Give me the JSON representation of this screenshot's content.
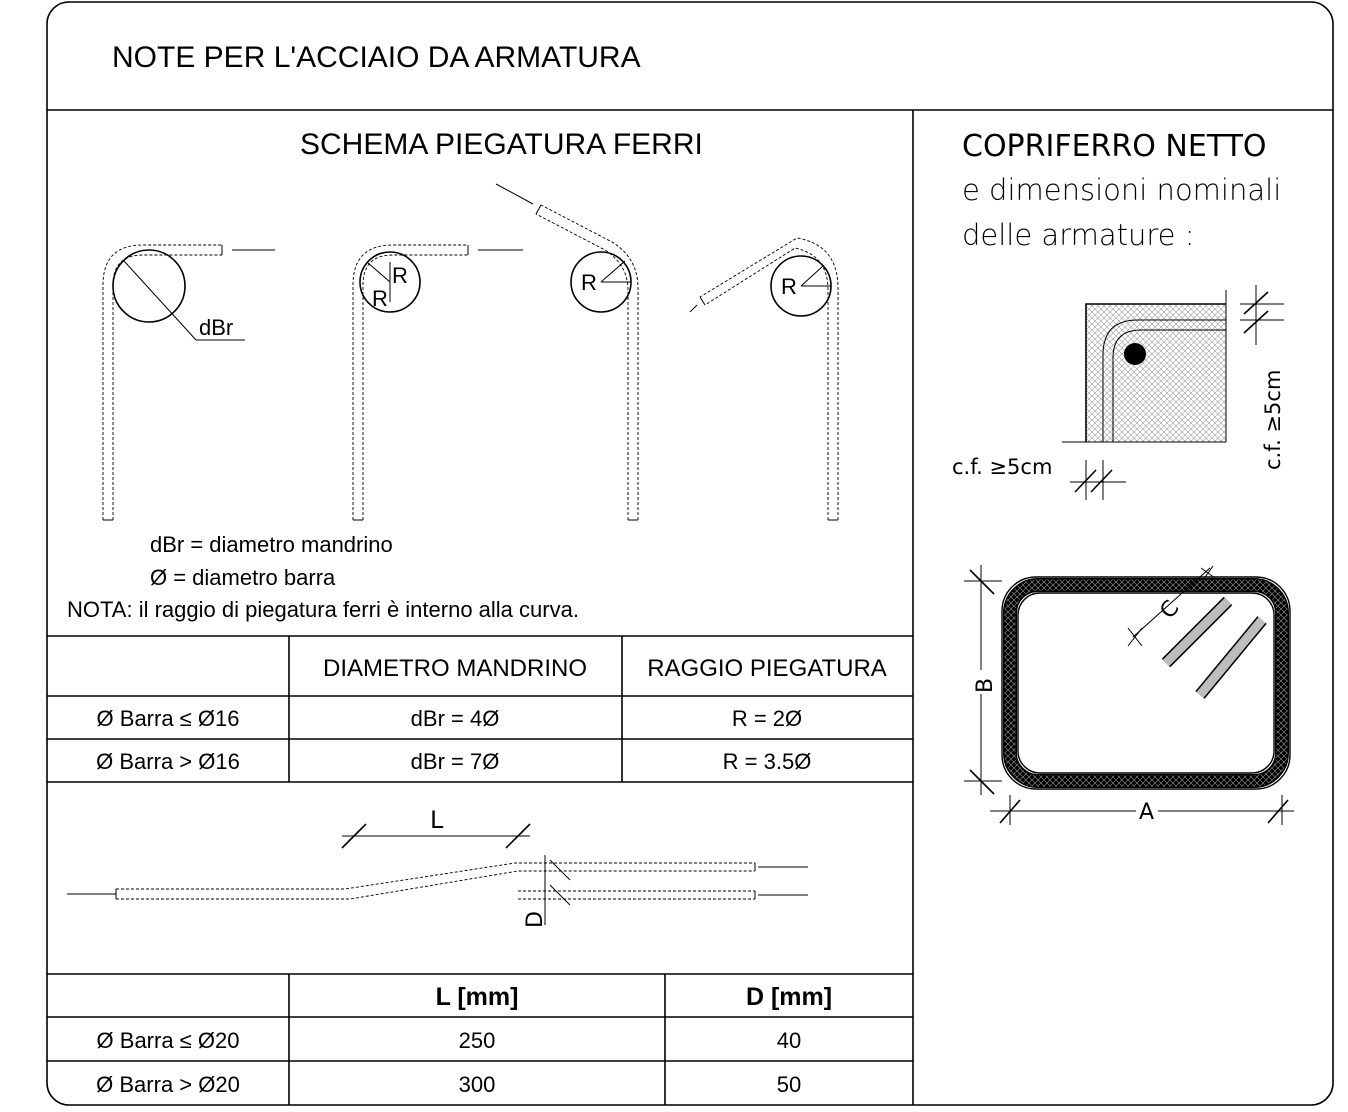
{
  "title": "NOTE PER L'ACCIAIO DA ARMATURA",
  "bending": {
    "heading": "SCHEMA PIEGATURA FERRI",
    "label_dbr": "dBr",
    "label_r": "R",
    "legend": [
      "dBr = diametro mandrino",
      "Ø = diametro barra",
      "NOTA: il raggio di piegatura ferri è interno alla curva."
    ]
  },
  "bend_table": {
    "headers": [
      "",
      "DIAMETRO MANDRINO",
      "RAGGIO PIEGATURA"
    ],
    "rows": [
      [
        "Ø Barra ≤ Ø16",
        "dBr = 4Ø",
        "R = 2Ø"
      ],
      [
        "Ø Barra > Ø16",
        "dBr = 7Ø",
        "R = 3.5Ø"
      ]
    ]
  },
  "lap": {
    "label_l": "L",
    "label_d": "D"
  },
  "lap_table": {
    "headers": [
      "",
      "L [mm]",
      "D [mm]"
    ],
    "rows": [
      [
        "Ø Barra ≤ Ø20",
        "250",
        "40"
      ],
      [
        "Ø Barra > Ø20",
        "300",
        "50"
      ]
    ]
  },
  "cover": {
    "heading": "COPRIFERRO  NETTO",
    "subtitle_1": "e  dimensioni  nominali",
    "subtitle_2": "delle  armature  :",
    "cf_horizontal": "c.f.  ≥5cm",
    "cf_vertical": "c.f.  ≥5cm",
    "label_a": "A",
    "label_b": "B",
    "label_c": "C"
  }
}
